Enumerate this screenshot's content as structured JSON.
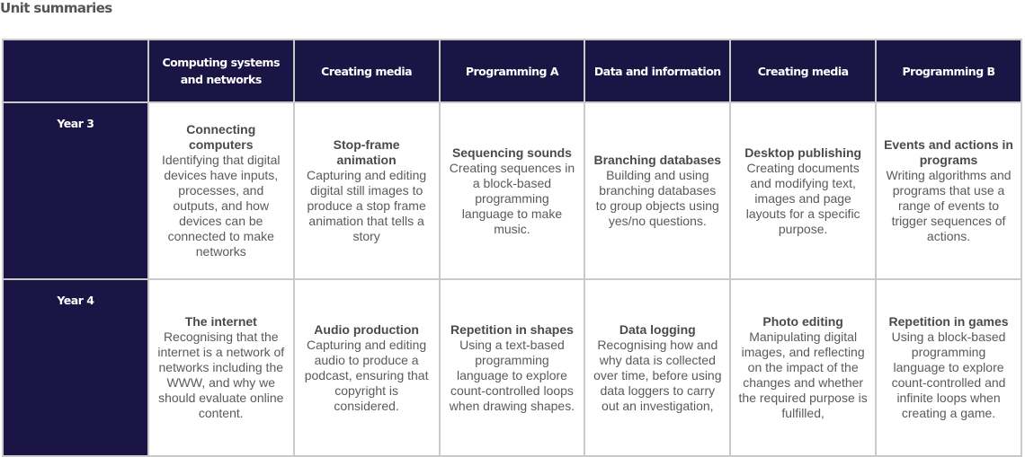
{
  "page": {
    "title": "Unit summaries"
  },
  "table": {
    "headers": [
      "Computing systems and networks",
      "Creating media",
      "Programming A",
      "Data and information",
      "Creating media",
      "Programming B"
    ],
    "rows": [
      {
        "year": "Year 3",
        "units": [
          {
            "title": "Connecting computers",
            "desc": "Identifying that digital devices have inputs, processes, and outputs, and how devices can be connected to make networks"
          },
          {
            "title": "Stop-frame animation",
            "desc": "Capturing and editing digital still images to produce a stop frame animation that tells a story"
          },
          {
            "title": "Sequencing sounds",
            "desc": "Creating sequences in a block-based programming language to make music."
          },
          {
            "title": "Branching databases",
            "desc": "Building and using branching databases to group objects using yes/no questions."
          },
          {
            "title": "Desktop publishing",
            "desc": "Creating documents and modifying text, images and page layouts for a specific purpose."
          },
          {
            "title": "Events and actions in programs",
            "desc": "Writing algorithms and programs that use a range of events to trigger sequences of actions."
          }
        ]
      },
      {
        "year": "Year 4",
        "units": [
          {
            "title": "The internet",
            "desc": "Recognising that the internet is a network of networks including the WWW, and why we should evaluate online content."
          },
          {
            "title": "Audio production",
            "desc": "Capturing and editing audio to produce a podcast, ensuring that copyright is considered."
          },
          {
            "title": "Repetition in shapes",
            "desc": "Using a text-based programming language to explore count-controlled loops when drawing shapes."
          },
          {
            "title": "Data logging",
            "desc": "Recognising how and why data is collected over time, before using data loggers to carry out an investigation,"
          },
          {
            "title": "Photo editing",
            "desc": "Manipulating digital images, and reflecting on the impact of the changes and whether the required purpose is fulfilled,"
          },
          {
            "title": "Repetition in games",
            "desc": "Using a block-based programming language to explore count-controlled and infinite loops when creating a game."
          }
        ]
      }
    ]
  },
  "colors": {
    "header_bg": "#1a1545",
    "border": "#c9c9c9",
    "text": "#5a5a5a"
  }
}
